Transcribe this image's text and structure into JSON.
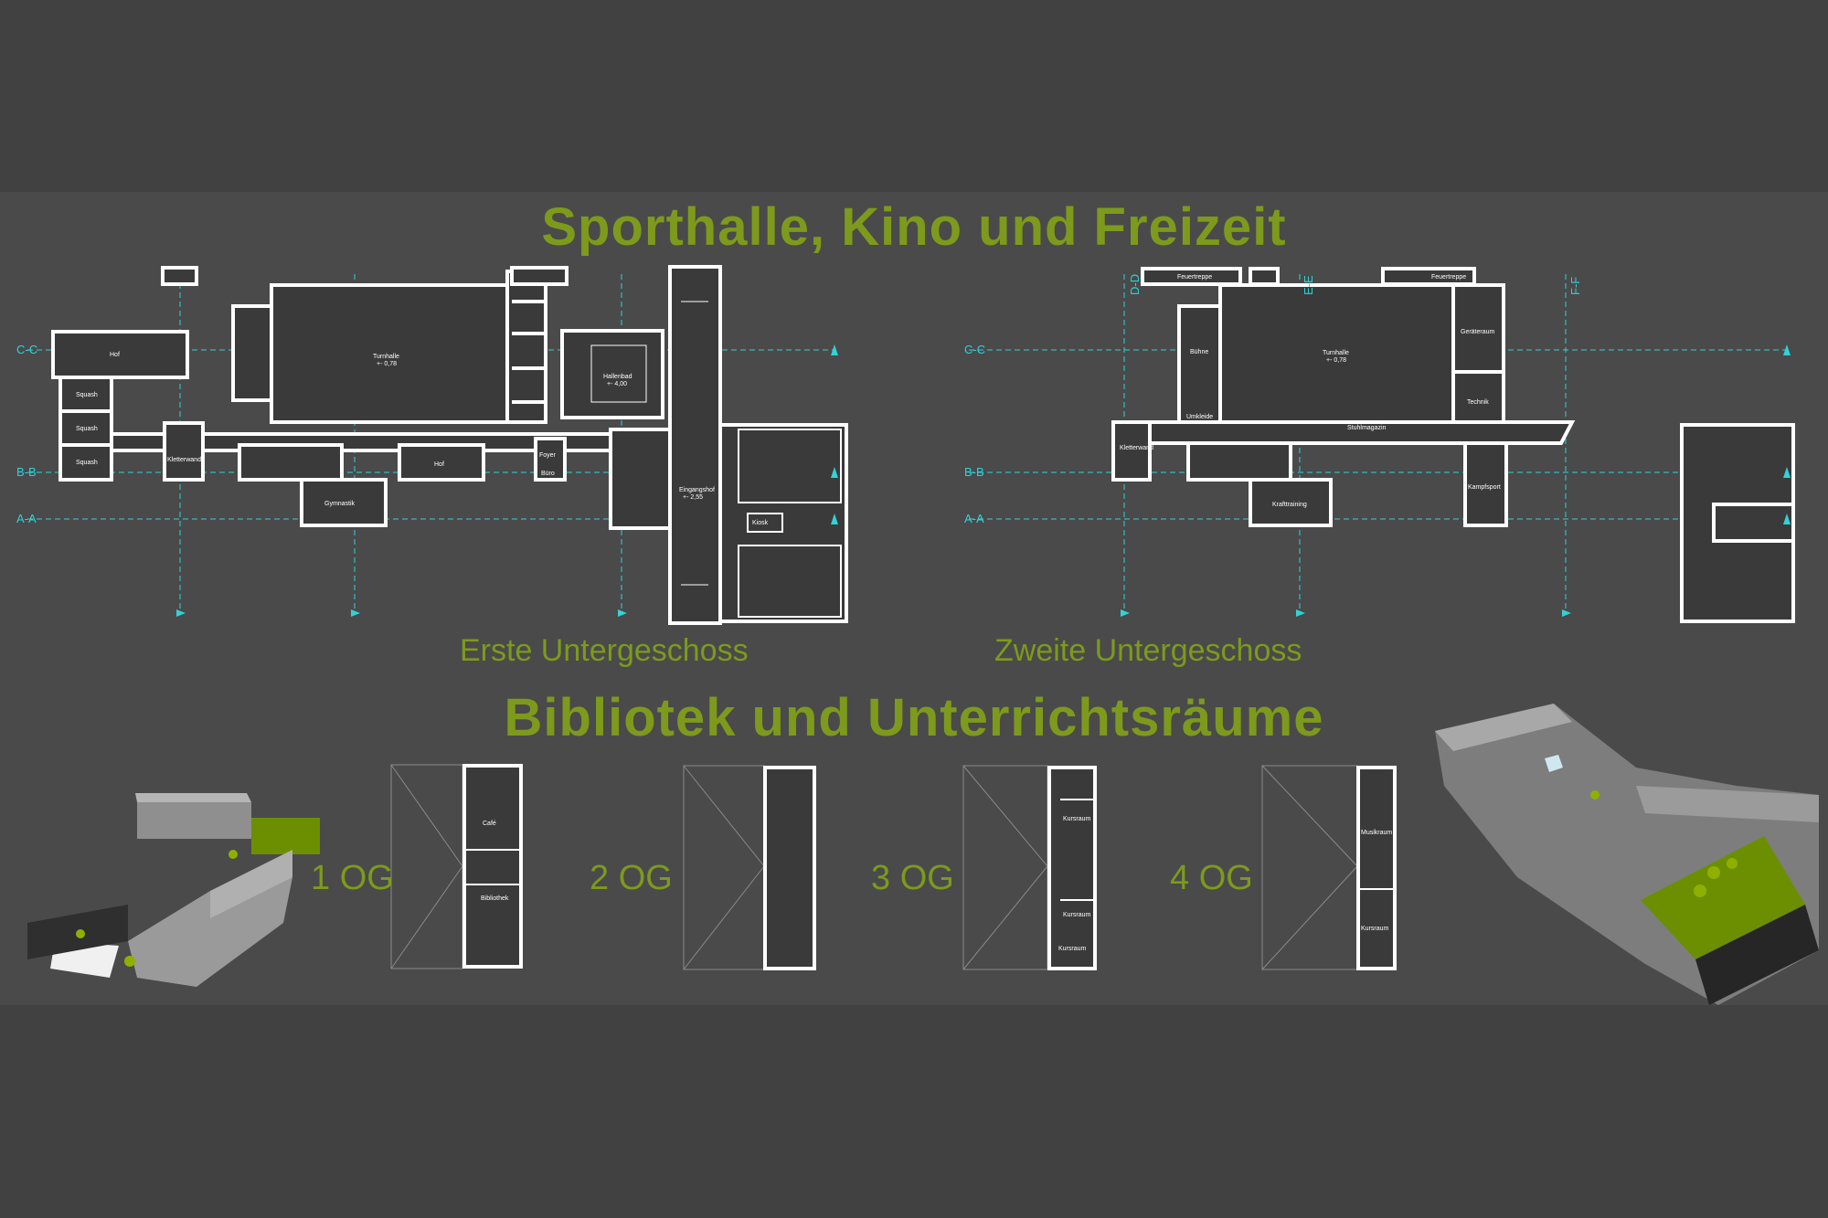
{
  "titles": {
    "top": "Sporthalle, Kino und Freizeit",
    "middle": "Bibliotek und Unterrichtsräume"
  },
  "plan_captions": {
    "first": "Erste Untergeschoss",
    "second": "Zweite Untergeschoss"
  },
  "floors": [
    "1 OG",
    "2 OG",
    "3 OG",
    "4 OG"
  ],
  "section_marks": [
    "C-C",
    "B-B",
    "A-A",
    "D-D",
    "E-E",
    "F-F"
  ],
  "rooms_first": {
    "hof": "Hof",
    "squash": "Squash",
    "kletterwand": "Kletterwand",
    "turnhalle": "Turnhalle",
    "turnhalle_level": "+- 0,78",
    "gymnastik": "Gymnastik",
    "hof2": "Hof",
    "hallenbad": "Hallenbad",
    "hallenbad_level": "+- 4,00",
    "foyer": "Foyer",
    "buro": "Büro",
    "eingangshof": "Eingangshof",
    "eingangshof_level": "+- 2,55",
    "kiosk": "Kiosk"
  },
  "rooms_second": {
    "feuertreppe": "Feuertreppe",
    "buhne": "Bühne",
    "umkleide": "Umkleide",
    "turnhalle": "Turnhalle",
    "turnhalle_level": "+- 0,78",
    "geratraum": "Geräteraum",
    "technik": "Technik",
    "stuhlmagazin": "Stuhlmagazin",
    "kletterwand": "Kletterwand",
    "kraftraining": "Krafttraining",
    "kampfsport": "Kampfsport"
  },
  "rooms_upper": {
    "cafe": "Café",
    "bibliothek": "Bibliothek",
    "kursraum": "Kursraum",
    "musikraum": "Musikraum"
  },
  "colors": {
    "background": "#414141",
    "panel": "#4a4a4a",
    "accent_green": "#7d9a1c",
    "plan_wall": "#ffffff",
    "section_cyan": "#2fd3d8"
  }
}
